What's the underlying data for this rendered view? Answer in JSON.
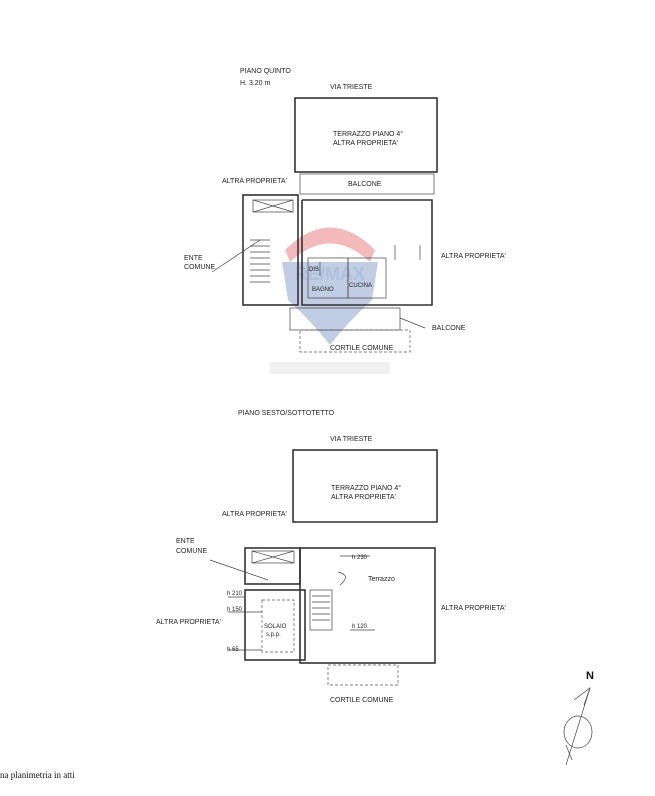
{
  "floor5": {
    "title": "PIANO QUINTO",
    "height": "H. 3.20 m",
    "street": "VIA TRIESTE",
    "terrace_line1": "TERRAZZO PIANO 4°",
    "terrace_line2": "ALTRA PROPRIETA'",
    "altra_left": "ALTRA PROPRIETA'",
    "balcone_top": "BALCONE",
    "ente_line1": "ENTE",
    "ente_line2": "COMUNE",
    "altra_right": "ALTRA PROPRIETA'",
    "dis": "DIS",
    "bagno": "BAGNO",
    "cucina": "CUCINA",
    "balcone_bottom": "BALCONE",
    "cortile": "CORTILE COMUNE"
  },
  "floor6": {
    "title": "PIANO SESTO/SOTTOTETTO",
    "street": "VIA TRIESTE",
    "terrace_line1": "TERRAZZO PIANO 4°",
    "terrace_line2": "ALTRA PROPRIETA'",
    "altra_top_left": "ALTRA PROPRIETA'",
    "ente_line1": "ENTE",
    "ente_line2": "COMUNE",
    "h230": "h 230",
    "terrazzo": "Terrazzo",
    "h210": "h 210",
    "h150": "h 150",
    "altra_left": "ALTRA PROPRIETA'",
    "solaio_line1": "SOLAIO",
    "solaio_line2": "s.p.p.",
    "h120": "h 120",
    "altra_right": "ALTRA PROPRIETA'",
    "h65": "h 65",
    "cortile": "CORTILE COMUNE"
  },
  "north": "N",
  "watermark": "RE/MAX",
  "footer": "na planimetria in atti",
  "colors": {
    "line": "#333333",
    "watermark_red": "#d9383a",
    "watermark_blue": "#1f4e9c"
  }
}
